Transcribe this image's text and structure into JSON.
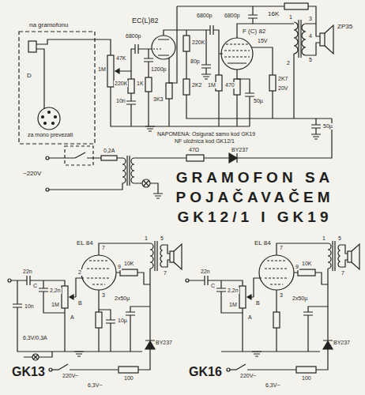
{
  "diagram": {
    "title": "GRAMOFON SA POJAČAVAČEM GK12/1 I GK19",
    "labels": [
      "na gramofonu",
      "D",
      "za mono prevezati",
      "EC(L)82",
      "6800p",
      "47K",
      "1M",
      "220K",
      "10n",
      "1200p",
      "1K",
      "3K3",
      "2K2",
      "220K",
      "80p",
      "6800p",
      "6800p",
      "16K",
      "F (C) 82",
      "15V",
      "ZP35",
      "1",
      "2",
      "3",
      "4",
      "5",
      "1M",
      "470",
      "50µ",
      "2K7",
      "20V",
      "50µ",
      "NAPOMENA: Osigurač samo kod GK19",
      "NF uložnica kod GK12/1",
      "0,2A",
      "~220V",
      "47Ω",
      "BY237",
      "GK13",
      "EL 84",
      "22n",
      "2,2n",
      "C",
      "B",
      "A",
      "1M",
      "10n",
      "10µ",
      "10K",
      "2x50µ",
      "6,3V/0,3A",
      "BY237",
      "100",
      "220V~",
      "6,3V~",
      "2",
      "3",
      "7",
      "9",
      "1",
      "5",
      "7",
      "GK16",
      "EL 84",
      "22n",
      "2,2n",
      "C",
      "B",
      "A",
      "1M",
      "10K",
      "2x50µ",
      "BY237",
      "100",
      "220V~",
      "6,3V~",
      "9",
      "3",
      "7",
      "1",
      "5",
      "7"
    ]
  }
}
